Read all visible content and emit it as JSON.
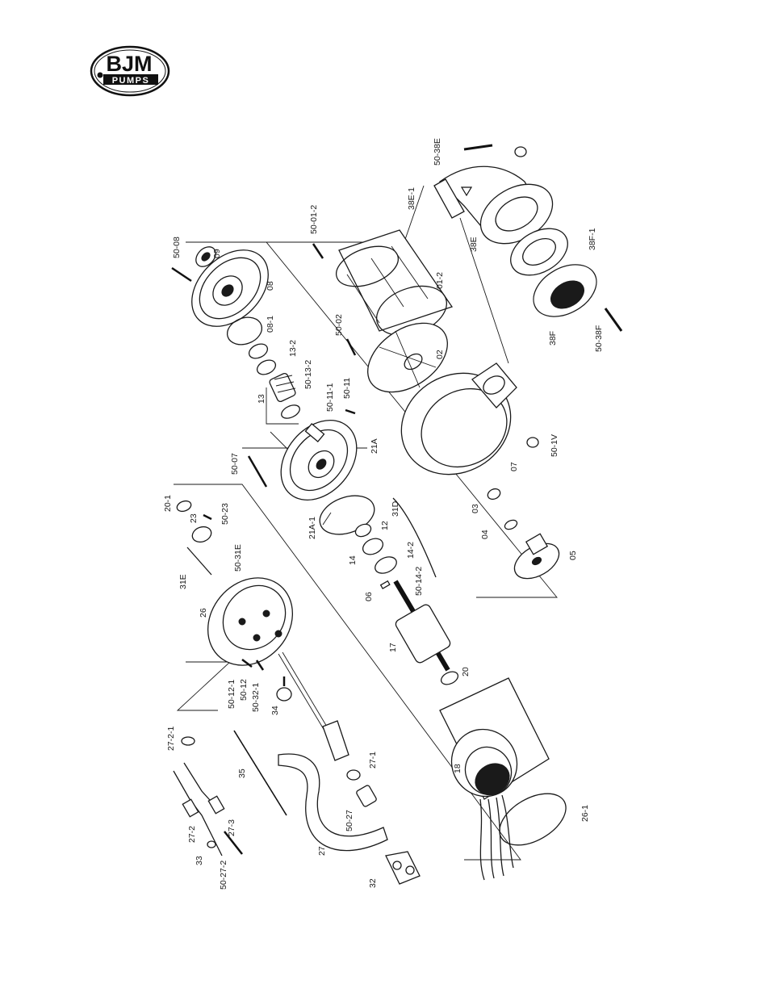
{
  "logo": {
    "brand": "BJM",
    "sub": "PUMPS"
  },
  "labels": [
    {
      "id": "50-08",
      "text": "50-08"
    },
    {
      "id": "09",
      "text": "09"
    },
    {
      "id": "08",
      "text": "08"
    },
    {
      "id": "08-1",
      "text": "08-1"
    },
    {
      "id": "13-2",
      "text": "13-2"
    },
    {
      "id": "50-13-2",
      "text": "50-13-2"
    },
    {
      "id": "13",
      "text": "13"
    },
    {
      "id": "50-11-1",
      "text": "50-11-1"
    },
    {
      "id": "50-11",
      "text": "50-11"
    },
    {
      "id": "21A",
      "text": "21A"
    },
    {
      "id": "50-07",
      "text": "50-07"
    },
    {
      "id": "21A-1",
      "text": "21A-1"
    },
    {
      "id": "12",
      "text": "12"
    },
    {
      "id": "31D",
      "text": "31D"
    },
    {
      "id": "14",
      "text": "14"
    },
    {
      "id": "14-2",
      "text": "14-2"
    },
    {
      "id": "06",
      "text": "06"
    },
    {
      "id": "50-14-2",
      "text": "50-14-2"
    },
    {
      "id": "17",
      "text": "17"
    },
    {
      "id": "20",
      "text": "20"
    },
    {
      "id": "18",
      "text": "18"
    },
    {
      "id": "26-1",
      "text": "26-1"
    },
    {
      "id": "20-1",
      "text": "20-1"
    },
    {
      "id": "23",
      "text": "23"
    },
    {
      "id": "50-23",
      "text": "50-23"
    },
    {
      "id": "50-31E",
      "text": "50-31E"
    },
    {
      "id": "31E",
      "text": "31E"
    },
    {
      "id": "26",
      "text": "26"
    },
    {
      "id": "50-12-1",
      "text": "50-12-1"
    },
    {
      "id": "50-12",
      "text": "50-12"
    },
    {
      "id": "50-32-1",
      "text": "50-32-1"
    },
    {
      "id": "34",
      "text": "34"
    },
    {
      "id": "27-2-1",
      "text": "27-2-1"
    },
    {
      "id": "35",
      "text": "35"
    },
    {
      "id": "27-1",
      "text": "27-1"
    },
    {
      "id": "27-2",
      "text": "27-2"
    },
    {
      "id": "27-3",
      "text": "27-3"
    },
    {
      "id": "33",
      "text": "33"
    },
    {
      "id": "50-27-2",
      "text": "50-27-2"
    },
    {
      "id": "50-27",
      "text": "50-27"
    },
    {
      "id": "27",
      "text": "27"
    },
    {
      "id": "32",
      "text": "32"
    },
    {
      "id": "50-01-2",
      "text": "50-01-2"
    },
    {
      "id": "01-2",
      "text": "01-2"
    },
    {
      "id": "50-02",
      "text": "50-02"
    },
    {
      "id": "02",
      "text": "02"
    },
    {
      "id": "50-38E",
      "text": "50-38E"
    },
    {
      "id": "38E-1",
      "text": "38E-1"
    },
    {
      "id": "38E",
      "text": "38E"
    },
    {
      "id": "38F-1",
      "text": "38F-1"
    },
    {
      "id": "38F",
      "text": "38F"
    },
    {
      "id": "50-38F",
      "text": "50-38F"
    },
    {
      "id": "50-1V",
      "text": "50-1V"
    },
    {
      "id": "07",
      "text": "07"
    },
    {
      "id": "03",
      "text": "03"
    },
    {
      "id": "04",
      "text": "04"
    },
    {
      "id": "05",
      "text": "05"
    }
  ]
}
